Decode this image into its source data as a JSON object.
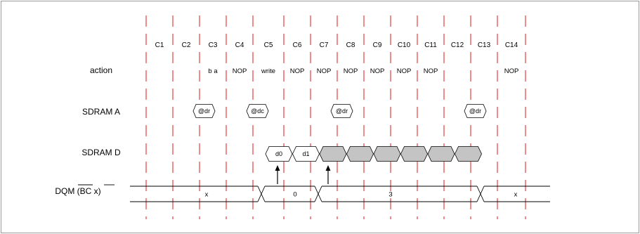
{
  "cycles": [
    "C1",
    "C2",
    "C3",
    "C4",
    "C5",
    "C6",
    "C7",
    "C8",
    "C9",
    "C10",
    "C11",
    "C12",
    "C13",
    "C14"
  ],
  "rows": {
    "action": "action",
    "sdram_a": "SDRAM A",
    "sdram_d": "SDRAM D",
    "dqm": {
      "main": "DQM",
      "paren_open": " (",
      "bc": "BC",
      "paren_close": " x)"
    }
  },
  "actions": [
    {
      "cycle": 3,
      "label": "b a"
    },
    {
      "cycle": 4,
      "label": "NOP"
    },
    {
      "cycle": 5,
      "label": "write"
    },
    {
      "cycle": 6,
      "label": "NOP"
    },
    {
      "cycle": 7,
      "label": "NOP"
    },
    {
      "cycle": 8,
      "label": "NOP"
    },
    {
      "cycle": 9,
      "label": "NOP"
    },
    {
      "cycle": 10,
      "label": "NOP"
    },
    {
      "cycle": 11,
      "label": "NOP"
    },
    {
      "cycle": 14,
      "label": "NOP"
    }
  ],
  "address_boxes": [
    {
      "cycle": 3,
      "label": "@dr"
    },
    {
      "cycle": 5,
      "label": "@dc"
    },
    {
      "cycle": 8,
      "label": "@dr"
    },
    {
      "cycle": 13,
      "label": "@dr"
    }
  ],
  "data_boxes": [
    {
      "label": "d0",
      "filled": false
    },
    {
      "label": "d1",
      "filled": false
    },
    {
      "label": "",
      "filled": true
    },
    {
      "label": "",
      "filled": true
    },
    {
      "label": "",
      "filled": true
    },
    {
      "label": "",
      "filled": true
    },
    {
      "label": "",
      "filled": true
    },
    {
      "label": "",
      "filled": true
    }
  ],
  "dqm_segments": [
    {
      "label": "x"
    },
    {
      "label": "0"
    },
    {
      "label": "3"
    },
    {
      "label": "x"
    }
  ],
  "colors": {
    "cycle_lines": "#e01818",
    "filled_data": "#c4c4c4"
  }
}
